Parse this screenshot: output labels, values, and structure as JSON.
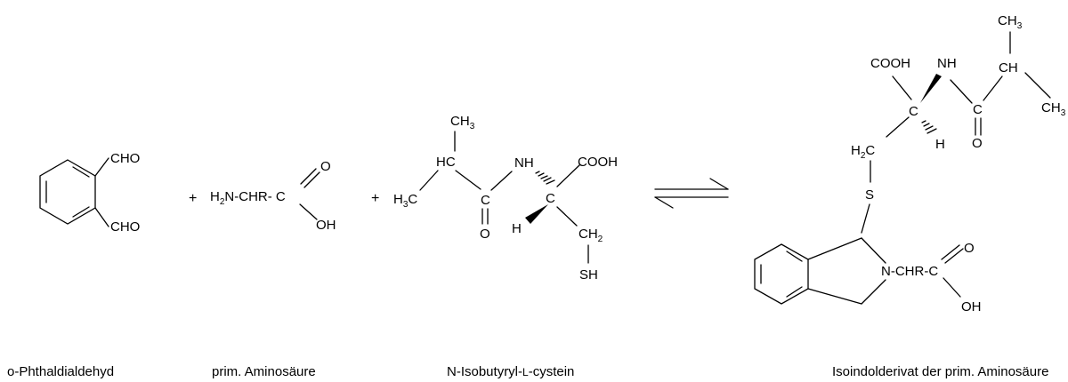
{
  "operators": {
    "plus": "+"
  },
  "mol1": {
    "cho": "CHO",
    "caption": "o-Phthaldialdehyd"
  },
  "mol2": {
    "h": "H",
    "two": "2",
    "chain": "N-CHR- C",
    "o": "O",
    "oh": "OH",
    "caption": "prim. Aminosäure"
  },
  "mol3": {
    "c": "C",
    "h": "H",
    "three": "3",
    "hc": "HC",
    "nh": "NH",
    "o": "O",
    "cooh": "COOH",
    "ch": "CH",
    "two": "2",
    "sh": "SH",
    "caption_a": "N-Isobutyryl-",
    "caption_b": "L",
    "caption_c": "-cystein"
  },
  "mol4": {
    "c": "C",
    "h": "H",
    "three": "3",
    "two": "2",
    "ch": "CH",
    "nh": "NH",
    "cooh": "COOH",
    "o": "O",
    "s": "S",
    "nchr": "N-CHR-C",
    "oh": "OH",
    "caption": "Isoindolderivat der prim. Aminosäure"
  },
  "colors": {
    "ink": "#000000",
    "background": "#ffffff"
  }
}
